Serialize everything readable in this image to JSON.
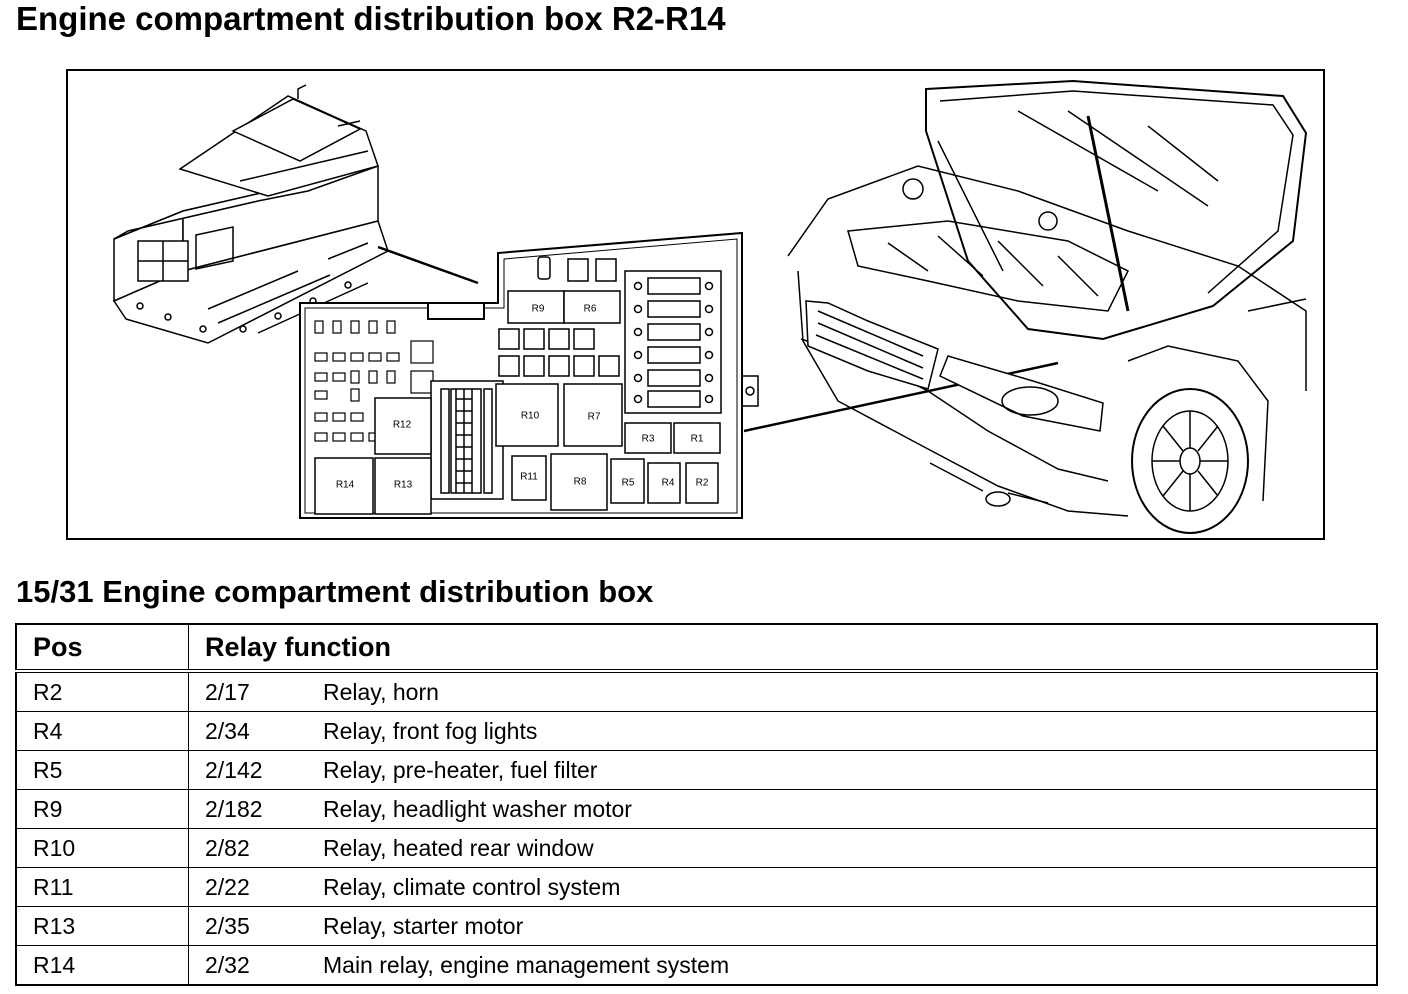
{
  "title": "Engine compartment distribution box R2-R14",
  "subtitle": "15/31 Engine compartment distribution box",
  "diagram": {
    "relay_labels": [
      "R1",
      "R2",
      "R3",
      "R4",
      "R5",
      "R6",
      "R7",
      "R8",
      "R9",
      "R10",
      "R11",
      "R12",
      "R13",
      "R14"
    ]
  },
  "table": {
    "headers": {
      "pos": "Pos",
      "function": "Relay function"
    },
    "rows": [
      {
        "pos": "R2",
        "code": "2/17",
        "function": "Relay, horn"
      },
      {
        "pos": "R4",
        "code": "2/34",
        "function": "Relay, front fog lights"
      },
      {
        "pos": "R5",
        "code": "2/142",
        "function": "Relay, pre-heater, fuel filter"
      },
      {
        "pos": "R9",
        "code": "2/182",
        "function": "Relay, headlight washer motor"
      },
      {
        "pos": "R10",
        "code": "2/82",
        "function": "Relay, heated rear window"
      },
      {
        "pos": "R11",
        "code": "2/22",
        "function": "Relay, climate control system"
      },
      {
        "pos": "R13",
        "code": "2/35",
        "function": "Relay, starter motor"
      },
      {
        "pos": "R14",
        "code": "2/32",
        "function": "Main relay, engine management system"
      }
    ]
  }
}
